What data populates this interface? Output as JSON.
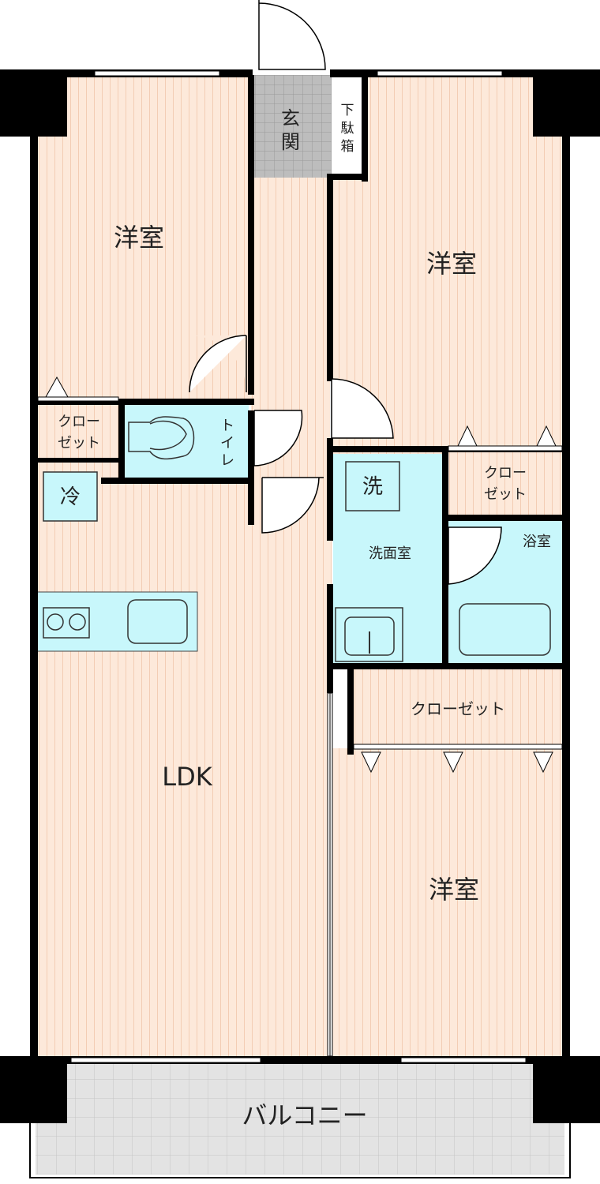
{
  "rooms": {
    "western_room_top_left": "洋室",
    "western_room_top_right": "洋室",
    "western_room_bottom_right": "洋室",
    "ldk": "LDK",
    "entrance_char1": "玄",
    "entrance_char2": "関",
    "shoe_box_char1": "下",
    "shoe_box_char2": "駄",
    "shoe_box_char3": "箱",
    "closet_left_line1": "クロー",
    "closet_left_line2": "ゼット",
    "closet_right_line1": "クロー",
    "closet_right_line2": "ゼット",
    "closet_bottom": "クローゼット",
    "toilet_char1": "ト",
    "toilet_char2": "イ",
    "toilet_char3": "レ",
    "washroom": "洗面室",
    "washer": "洗",
    "bathroom": "浴室",
    "fridge": "冷",
    "balcony": "バルコニー"
  },
  "colors": {
    "floor": "#fde9da",
    "wet_area": "#c8f7fb",
    "balcony": "#e3e3e3",
    "entrance": "#bdbdbd",
    "wall": "#000000"
  }
}
